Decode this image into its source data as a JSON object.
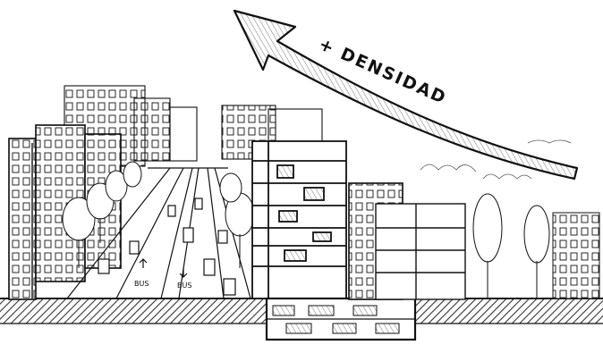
{
  "arrow": {
    "label": "+ DENSIDAD"
  },
  "street": {
    "bus_lane_left": "BUS",
    "bus_lane_right": "BUS"
  },
  "colors": {
    "ink": "#111111",
    "paper": "#ffffff",
    "hatch": "#333333"
  },
  "icons": [
    "density-arrow",
    "trees",
    "cars",
    "buildings",
    "underground-parking"
  ]
}
